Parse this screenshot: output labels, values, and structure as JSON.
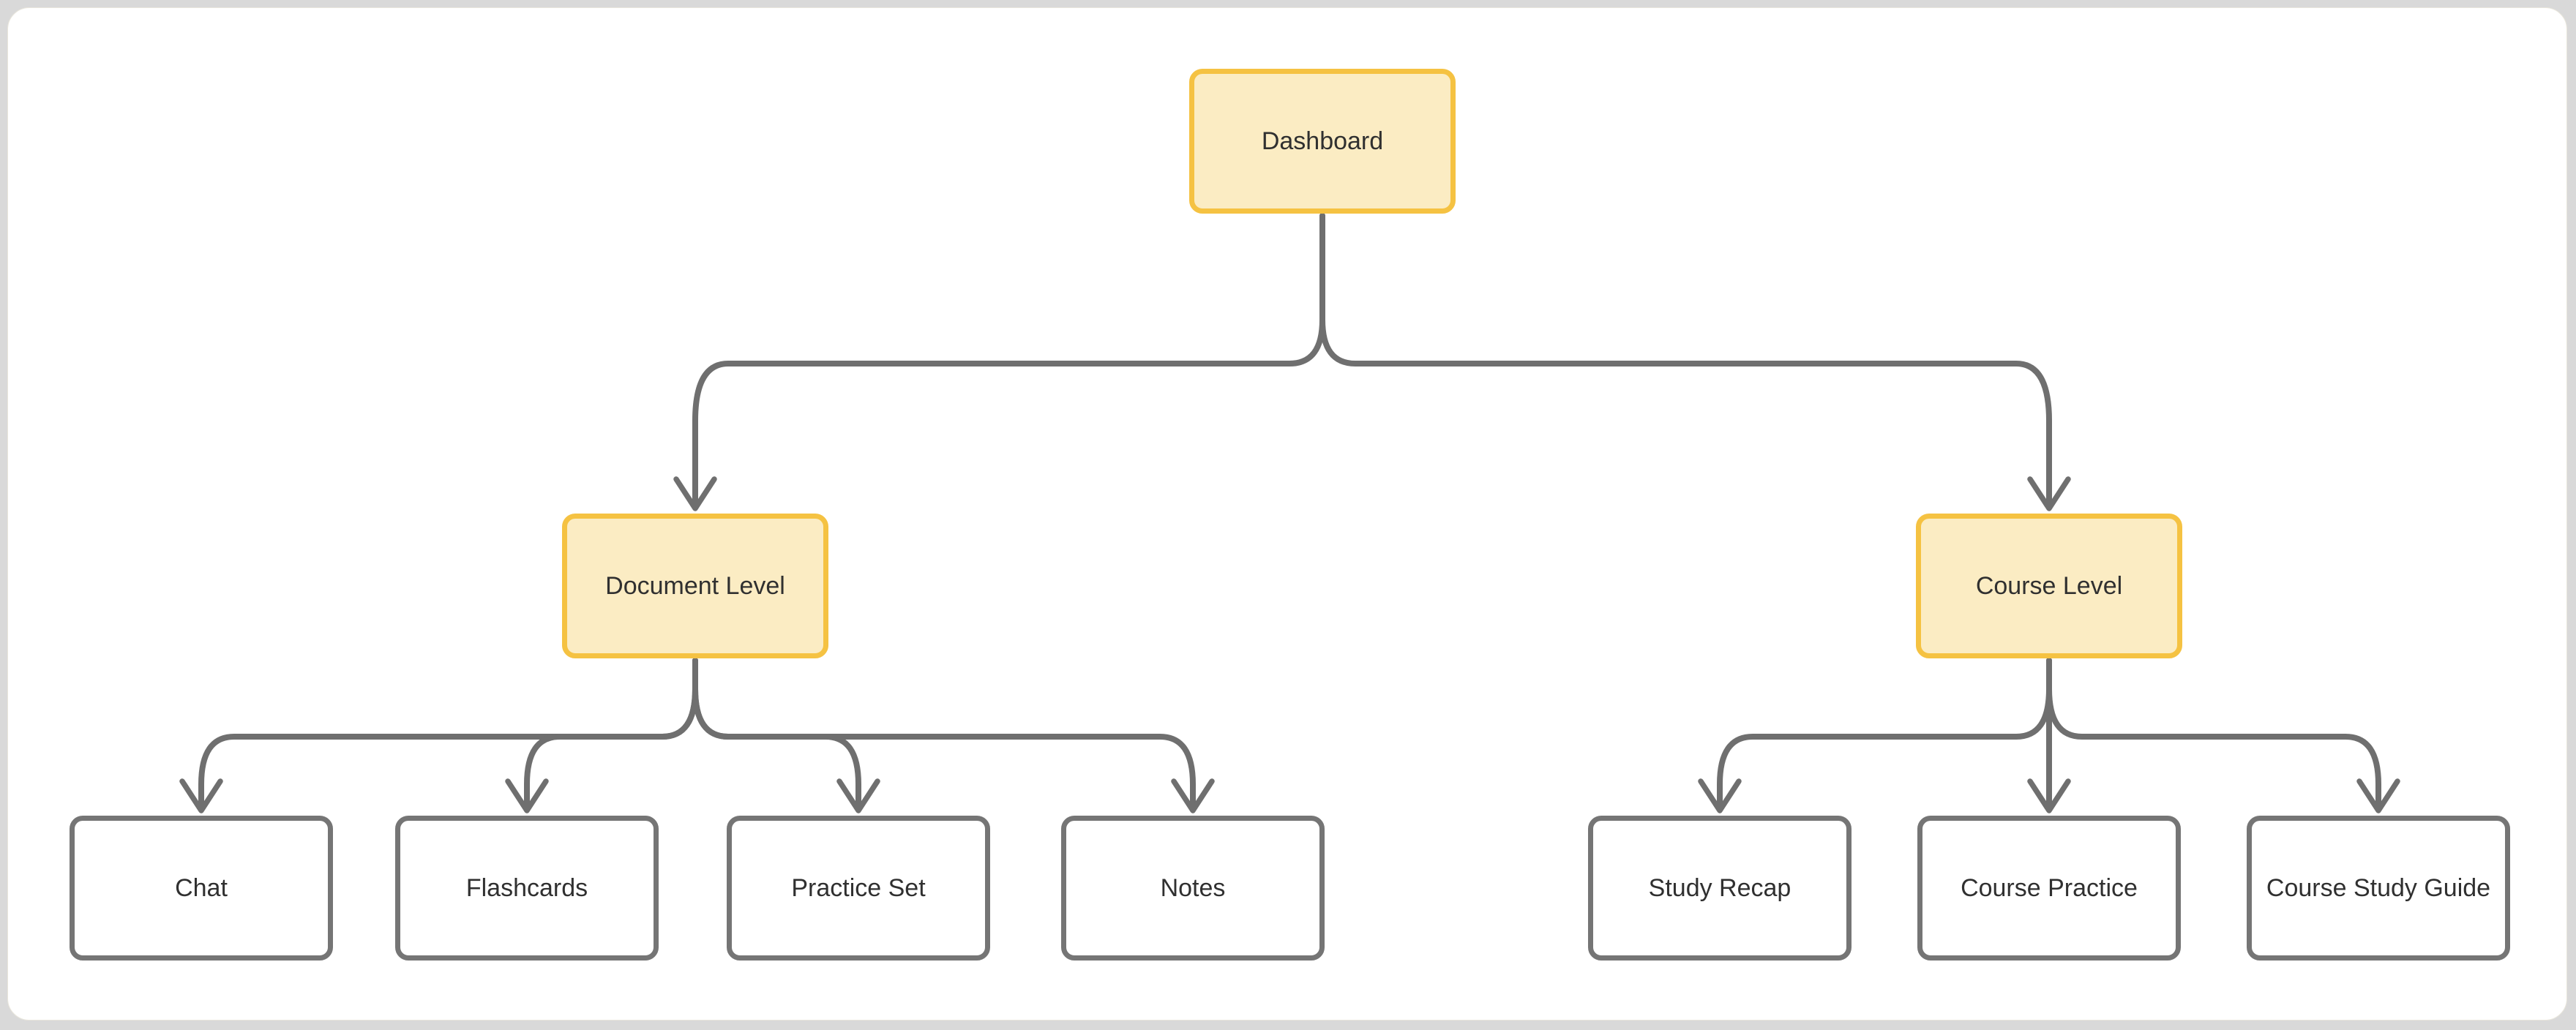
{
  "diagram": {
    "type": "flowchart-tree",
    "nodes": [
      {
        "id": "dashboard",
        "label": "Dashboard",
        "style": "highlighted-yellow",
        "level": 0
      },
      {
        "id": "document-level",
        "label": "Document Level",
        "style": "highlighted-yellow",
        "level": 1
      },
      {
        "id": "course-level",
        "label": "Course Level",
        "style": "highlighted-yellow",
        "level": 1
      },
      {
        "id": "chat",
        "label": "Chat",
        "style": "default-white",
        "level": 2
      },
      {
        "id": "flashcards",
        "label": "Flashcards",
        "style": "default-white",
        "level": 2
      },
      {
        "id": "practice-set",
        "label": "Practice Set",
        "style": "default-white",
        "level": 2
      },
      {
        "id": "notes",
        "label": "Notes",
        "style": "default-white",
        "level": 2
      },
      {
        "id": "study-recap",
        "label": "Study Recap",
        "style": "default-white",
        "level": 2
      },
      {
        "id": "course-practice",
        "label": "Course Practice",
        "style": "default-white",
        "level": 2
      },
      {
        "id": "course-study-guide",
        "label": "Course Study Guide",
        "style": "default-white",
        "level": 2
      }
    ],
    "edges": [
      {
        "from": "dashboard",
        "to": "document-level",
        "arrow": "down"
      },
      {
        "from": "dashboard",
        "to": "course-level",
        "arrow": "down"
      },
      {
        "from": "document-level",
        "to": "chat",
        "arrow": "down"
      },
      {
        "from": "document-level",
        "to": "flashcards",
        "arrow": "down"
      },
      {
        "from": "document-level",
        "to": "practice-set",
        "arrow": "down"
      },
      {
        "from": "document-level",
        "to": "notes",
        "arrow": "down"
      },
      {
        "from": "course-level",
        "to": "study-recap",
        "arrow": "down"
      },
      {
        "from": "course-level",
        "to": "course-practice",
        "arrow": "down"
      },
      {
        "from": "course-level",
        "to": "course-study-guide",
        "arrow": "down"
      }
    ],
    "colors": {
      "background": "#d9d9d9",
      "canvas": "#ffffff",
      "highlight_border": "#f5c242",
      "highlight_fill": "#fbecc3",
      "node_border": "#757575",
      "node_fill": "#ffffff",
      "edge": "#6f6f6f",
      "text": "#303030"
    }
  }
}
